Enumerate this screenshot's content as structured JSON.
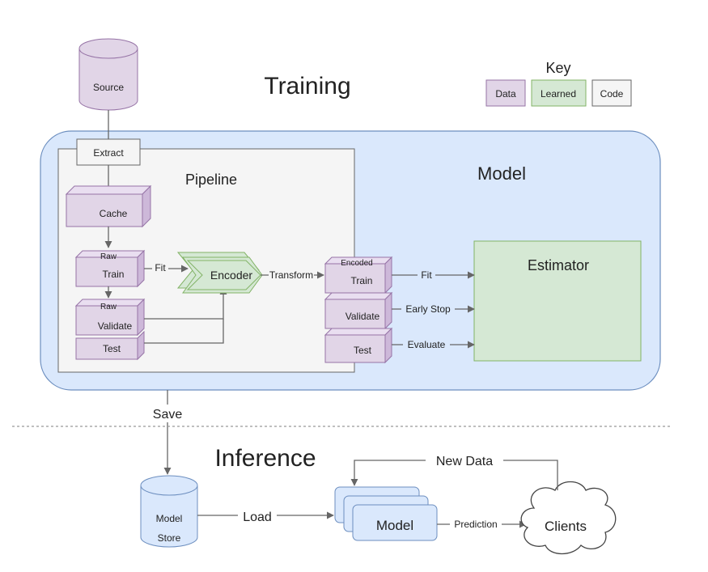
{
  "titles": {
    "training": "Training",
    "inference": "Inference",
    "pipeline": "Pipeline",
    "model": "Model"
  },
  "key": {
    "title": "Key",
    "data": "Data",
    "learned": "Learned",
    "code": "Code"
  },
  "nodes": {
    "source": "Source",
    "extract": "Extract",
    "cache": "Cache",
    "raw_train_tag": "Raw",
    "raw_train": "Train",
    "raw_validate_tag": "Raw",
    "raw_validate": "Validate",
    "raw_test": "Test",
    "encoder": "Encoder",
    "encoded_tag": "Encoded",
    "enc_train": "Train",
    "enc_validate": "Validate",
    "enc_test": "Test",
    "estimator": "Estimator",
    "model_store_line1": "Model",
    "model_store_line2": "Store",
    "inference_model": "Model",
    "clients": "Clients"
  },
  "edges": {
    "fit1": "Fit",
    "transform": "Transform",
    "fit2": "Fit",
    "early_stop": "Early Stop",
    "evaluate": "Evaluate",
    "save": "Save",
    "load": "Load",
    "prediction": "Prediction",
    "new_data": "New Data"
  },
  "colors": {
    "data": "#e1d5e7",
    "data_stroke": "#9673a6",
    "learned": "#d5e8d4",
    "learned_stroke": "#82b366",
    "code": "#f5f5f5",
    "code_stroke": "#666666",
    "model_region": "#dae8fc",
    "model_region_stroke": "#6c8ebf"
  }
}
